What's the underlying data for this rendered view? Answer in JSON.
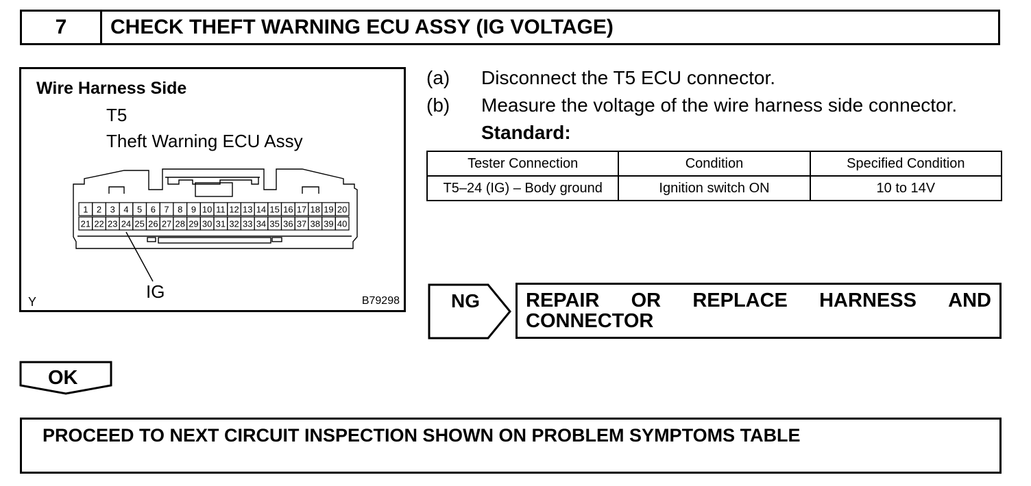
{
  "step": {
    "number": "7",
    "title": "CHECK THEFT WARNING ECU ASSY (IG VOLTAGE)"
  },
  "illustration": {
    "heading": "Wire Harness Side",
    "connector_id": "T5",
    "component": "Theft Warning ECU Assy",
    "pins_top": [
      "1",
      "2",
      "3",
      "4",
      "5",
      "6",
      "7",
      "8",
      "9",
      "10",
      "11",
      "12",
      "13",
      "14",
      "15",
      "16",
      "17",
      "18",
      "19",
      "20"
    ],
    "pins_bottom": [
      "21",
      "22",
      "23",
      "24",
      "25",
      "26",
      "27",
      "28",
      "29",
      "30",
      "31",
      "32",
      "33",
      "34",
      "35",
      "36",
      "37",
      "38",
      "39",
      "40"
    ],
    "callout": "IG",
    "corner_left": "Y",
    "figure_code": "B79298"
  },
  "procedure": {
    "a_mark": "(a)",
    "a_text": "Disconnect the T5 ECU connector.",
    "b_mark": "(b)",
    "b_text": "Measure the voltage of the wire harness side connector.",
    "standard": "Standard:"
  },
  "spec_table": {
    "headers": [
      "Tester Connection",
      "Condition",
      "Specified Condition"
    ],
    "row": [
      "T5–24 (IG) – Body ground",
      "Ignition switch ON",
      "10 to 14V"
    ]
  },
  "ng": {
    "label": "NG",
    "action_words": [
      "REPAIR",
      "OR",
      "REPLACE",
      "HARNESS",
      "AND"
    ],
    "action_line2": "CONNECTOR"
  },
  "ok": {
    "label": "OK"
  },
  "next": {
    "text": "PROCEED TO NEXT CIRCUIT INSPECTION SHOWN ON PROBLEM SYMPTOMS TABLE"
  }
}
